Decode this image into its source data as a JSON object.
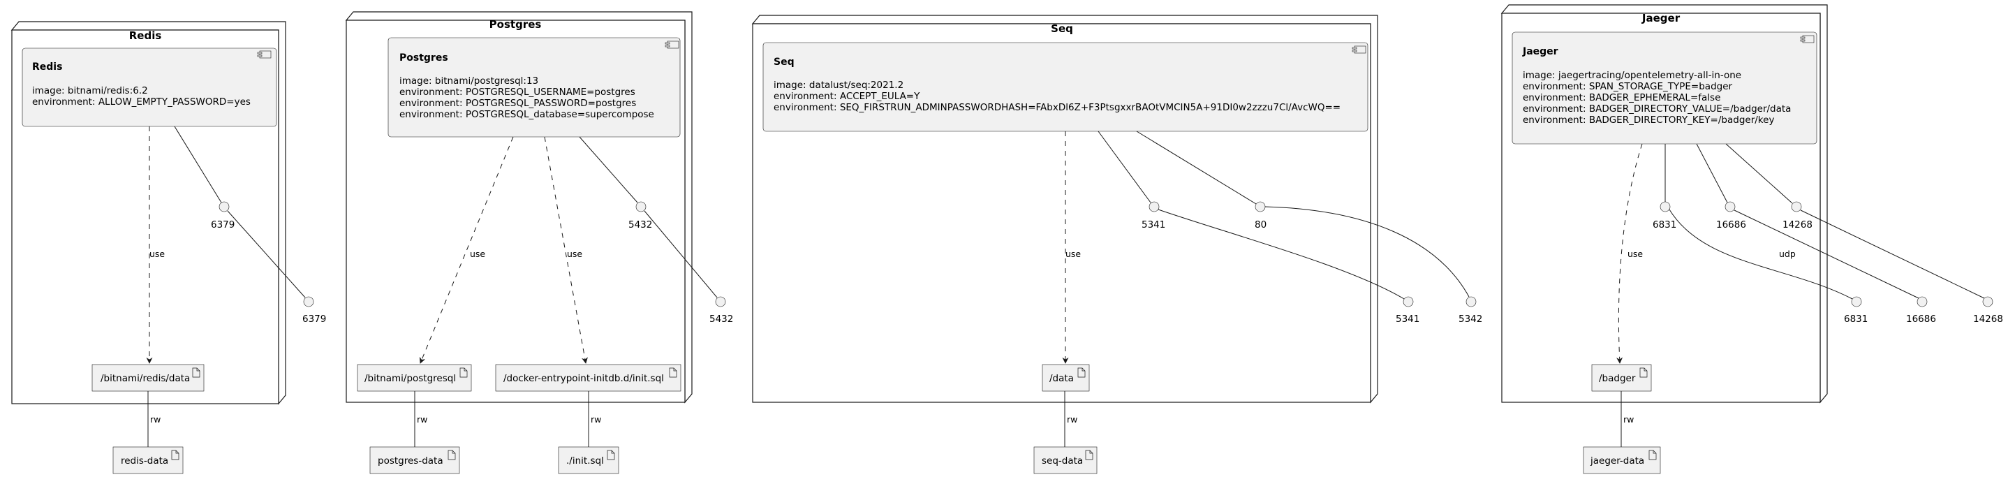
{
  "nodes": [
    {
      "title": "Redis",
      "component": {
        "name": "Redis",
        "lines": [
          "image: bitnami/redis:6.2",
          "environment: ALLOW_EMPTY_PASSWORD=yes"
        ]
      },
      "volumes": [
        "/bitnami/redis/data"
      ],
      "mounts": [
        {
          "source": "redis-data",
          "mode": "rw"
        }
      ],
      "ports": [
        {
          "container": "6379",
          "host": "6379",
          "protocol": ""
        }
      ],
      "use_label": "use"
    },
    {
      "title": "Postgres",
      "component": {
        "name": "Postgres",
        "lines": [
          "image: bitnami/postgresql:13",
          "environment: POSTGRESQL_USERNAME=postgres",
          "environment: POSTGRESQL_PASSWORD=postgres",
          "environment: POSTGRESQL_database=supercompose"
        ]
      },
      "volumes": [
        "/bitnami/postgresql",
        "/docker-entrypoint-initdb.d/init.sql"
      ],
      "mounts": [
        {
          "source": "postgres-data",
          "mode": "rw"
        },
        {
          "source": "./init.sql",
          "mode": "rw"
        }
      ],
      "ports": [
        {
          "container": "5432",
          "host": "5432",
          "protocol": ""
        }
      ],
      "use_label": "use"
    },
    {
      "title": "Seq",
      "component": {
        "name": "Seq",
        "lines": [
          "image: datalust/seq:2021.2",
          "environment: ACCEPT_EULA=Y",
          "environment: SEQ_FIRSTRUN_ADMINPASSWORDHASH=FAbxDl6Z+F3PtsgxxrBAOtVMCIN5A+91DI0w2zzzu7Cl/AvcWQ=="
        ]
      },
      "volumes": [
        "/data"
      ],
      "mounts": [
        {
          "source": "seq-data",
          "mode": "rw"
        }
      ],
      "ports": [
        {
          "container": "5341",
          "host": "5341",
          "protocol": ""
        },
        {
          "container": "80",
          "host": "5342",
          "protocol": ""
        }
      ],
      "use_label": "use"
    },
    {
      "title": "Jaeger",
      "component": {
        "name": "Jaeger",
        "lines": [
          "image: jaegertracing/opentelemetry-all-in-one",
          "environment: SPAN_STORAGE_TYPE=badger",
          "environment: BADGER_EPHEMERAL=false",
          "environment: BADGER_DIRECTORY_VALUE=/badger/data",
          "environment: BADGER_DIRECTORY_KEY=/badger/key"
        ]
      },
      "volumes": [
        "/badger"
      ],
      "mounts": [
        {
          "source": "jaeger-data",
          "mode": "rw"
        }
      ],
      "ports": [
        {
          "container": "6831",
          "host": "6831",
          "protocol": "udp"
        },
        {
          "container": "16686",
          "host": "16686",
          "protocol": ""
        },
        {
          "container": "14268",
          "host": "14268",
          "protocol": ""
        }
      ],
      "use_label": "use"
    }
  ]
}
